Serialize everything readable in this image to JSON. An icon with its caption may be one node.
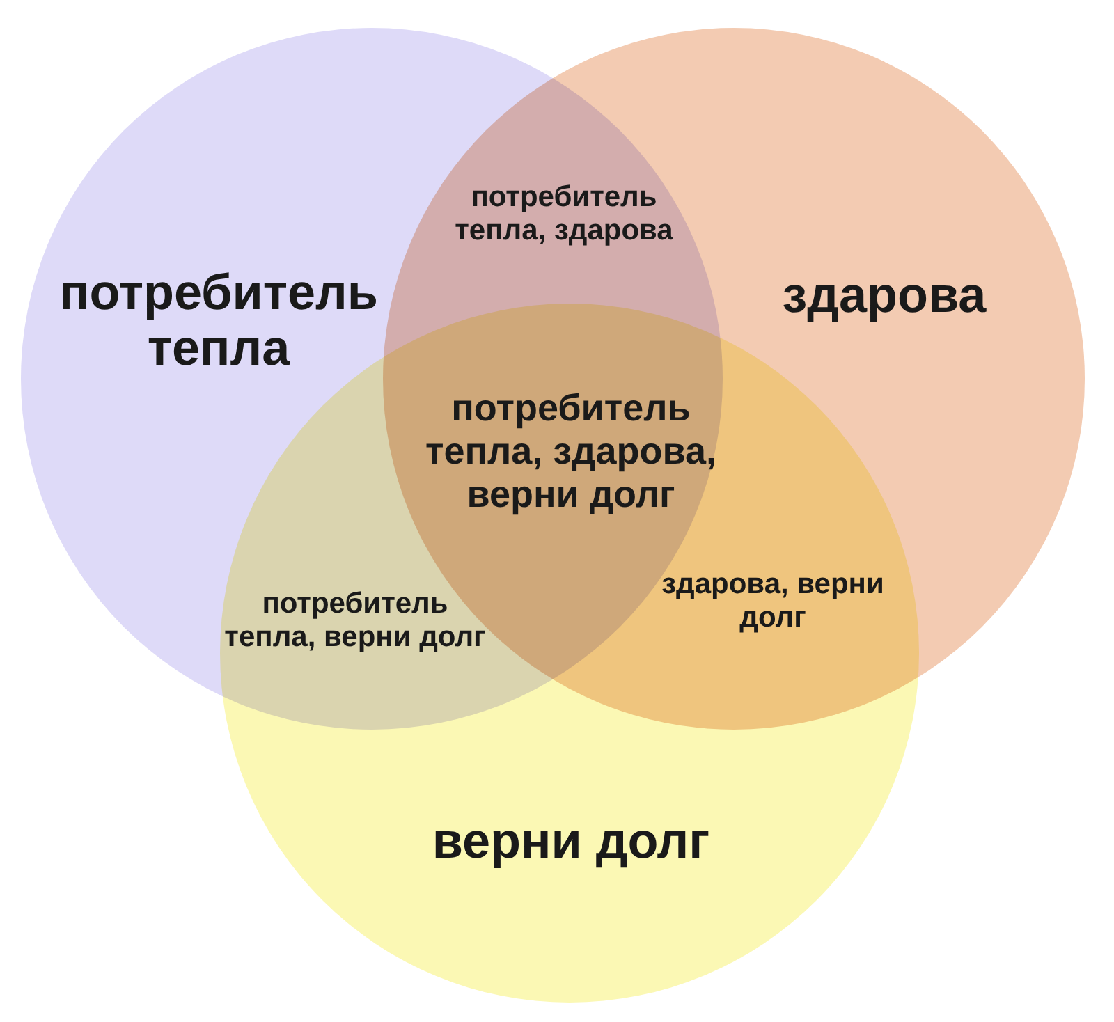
{
  "diagram": {
    "nodes": [
      {
        "text": [
          "потребитель тепла"
        ]
      },
      {
        "text": [
          "здарова"
        ]
      },
      {
        "text": [
          "верни долг"
        ]
      }
    ],
    "labels": [
      "потребитель тепла, здарова",
      "потребитель тепла, здарова, верни долг",
      "здарова, верни долг",
      "потребитель тепла, верни долг"
    ]
  }
}
